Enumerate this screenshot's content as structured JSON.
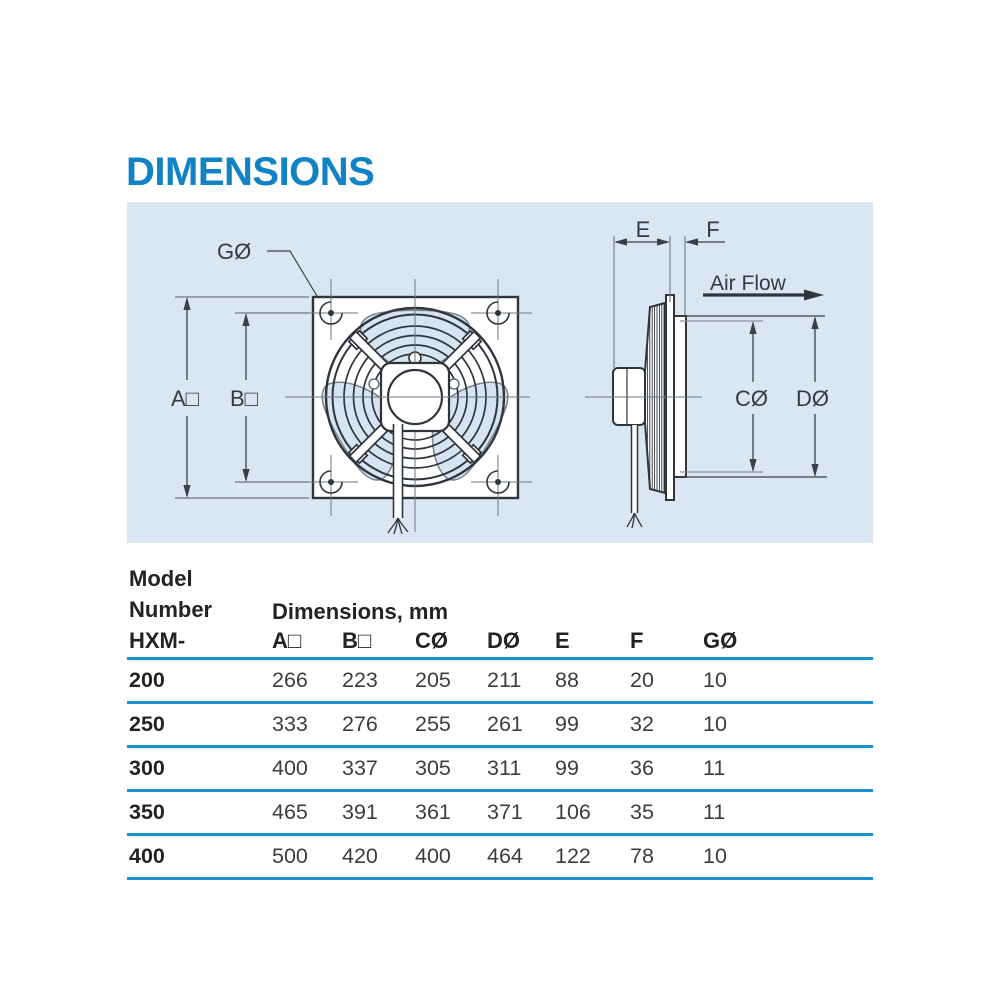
{
  "page_title": "DIMENSIONS",
  "diagram": {
    "labels": {
      "g": "GØ",
      "a": "A□",
      "b": "B□",
      "e": "E",
      "f": "F",
      "airflow": "Air Flow",
      "c": "CØ",
      "d": "DØ"
    }
  },
  "table": {
    "model_header_line1": "Model",
    "model_header_line2": "Number",
    "model_header_line3": "HXM-",
    "dimensions_header": "Dimensions, mm",
    "columns": [
      "A□",
      "B□",
      "CØ",
      "DØ",
      "E",
      "F",
      "GØ"
    ],
    "rows": [
      {
        "model": "200",
        "values": [
          266,
          223,
          205,
          211,
          88,
          20,
          10
        ]
      },
      {
        "model": "250",
        "values": [
          333,
          276,
          255,
          261,
          99,
          32,
          10
        ]
      },
      {
        "model": "300",
        "values": [
          400,
          337,
          305,
          311,
          99,
          36,
          11
        ]
      },
      {
        "model": "350",
        "values": [
          465,
          391,
          361,
          371,
          106,
          35,
          11
        ]
      },
      {
        "model": "400",
        "values": [
          500,
          420,
          400,
          464,
          122,
          78,
          10
        ]
      }
    ]
  },
  "colors": {
    "accent_blue": "#1182c4",
    "rule_blue": "#1e8fd1",
    "panel_bg": "#dbe6f3",
    "line_dark": "#2f353c",
    "line_gray": "#6f7780",
    "blade_fill": "#d6e3f2"
  }
}
